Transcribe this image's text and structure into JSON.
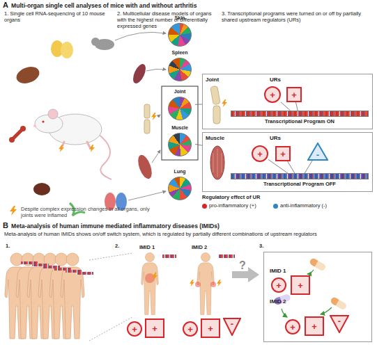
{
  "diagram": {
    "nodes": [
      {
        "text": [
          "Skin"
        ]
      },
      {
        "text": [
          "Spleen"
        ]
      },
      {
        "text": [
          "Joint"
        ]
      },
      {
        "text": [
          "Muscle"
        ]
      },
      {
        "text": [
          "Lung"
        ]
      },
      {
        "text": [
          "Joint",
          "URs"
        ]
      },
      {
        "text": [
          "+"
        ],
        "in": 5
      },
      {
        "text": [
          "+"
        ],
        "in": 5
      },
      {
        "text": [
          "Transcriptional Program ON"
        ],
        "in": 5
      },
      {
        "text": [
          "Muscle",
          "URs"
        ]
      },
      {
        "text": [
          "+"
        ],
        "in": 9
      },
      {
        "text": [
          "+"
        ],
        "in": 9
      },
      {
        "text": [
          "-"
        ],
        "in": 9
      },
      {
        "text": [
          "Transcriptional Program OFF"
        ],
        "in": 9
      },
      {
        "text": [
          "+"
        ]
      },
      {
        "text": [
          "+"
        ]
      },
      {
        "text": [
          "+"
        ]
      },
      {
        "text": [
          "+"
        ]
      },
      {
        "text": [
          "-"
        ]
      },
      {
        "text": [
          "IMID 1",
          "IMID 2"
        ]
      },
      {
        "text": [
          "+"
        ],
        "in": 19
      },
      {
        "text": [
          "+"
        ],
        "in": 19
      },
      {
        "text": [
          "+"
        ],
        "in": 19
      },
      {
        "text": [
          "+"
        ],
        "in": 19
      },
      {
        "text": [
          "-"
        ],
        "in": 19
      }
    ],
    "edges": [
      {
        "from": 2,
        "to": 5,
        "arrow": "none"
      },
      {
        "from": 3,
        "to": 9,
        "arrow": "none"
      },
      {
        "from": 6,
        "to": 8,
        "arrow": "none"
      },
      {
        "from": 7,
        "to": 8,
        "arrow": "none"
      },
      {
        "from": 10,
        "to": 13,
        "arrow": "none"
      },
      {
        "from": 11,
        "to": 13,
        "arrow": "none"
      },
      {
        "from": 12,
        "to": 13,
        "arrow": "none"
      }
    ],
    "labels": [
      "A",
      "Multi-organ single cell analyses of mice with and without arthritis",
      "1. Single cell RNA-sequencing of 10 mouse organs",
      "2. Multicellular disease models of organs with the highest number of differentially expressed genes",
      "3. Transcriptional programs were turned on or off by partially shared upstream regulators (URs)",
      "Despite complex expression changes in all organs, only joints were inflamed",
      "Regulatory effect of UR",
      "B",
      "Meta-analysis of human immune mediated inflammatory diseases (IMIDs)",
      "Meta-analysis of human IMIDs shows on/off switch system, which is regulated by partially different combinations of upstream regulators",
      "1.",
      "2.",
      "IMID 1",
      "IMID 2",
      "?",
      "3."
    ],
    "legend": [
      {
        "text": "pro-inflammatory (+)",
        "color": "#d7262b"
      },
      {
        "text": "anti-inflammatory (-)",
        "color": "#2e86c1"
      }
    ]
  }
}
